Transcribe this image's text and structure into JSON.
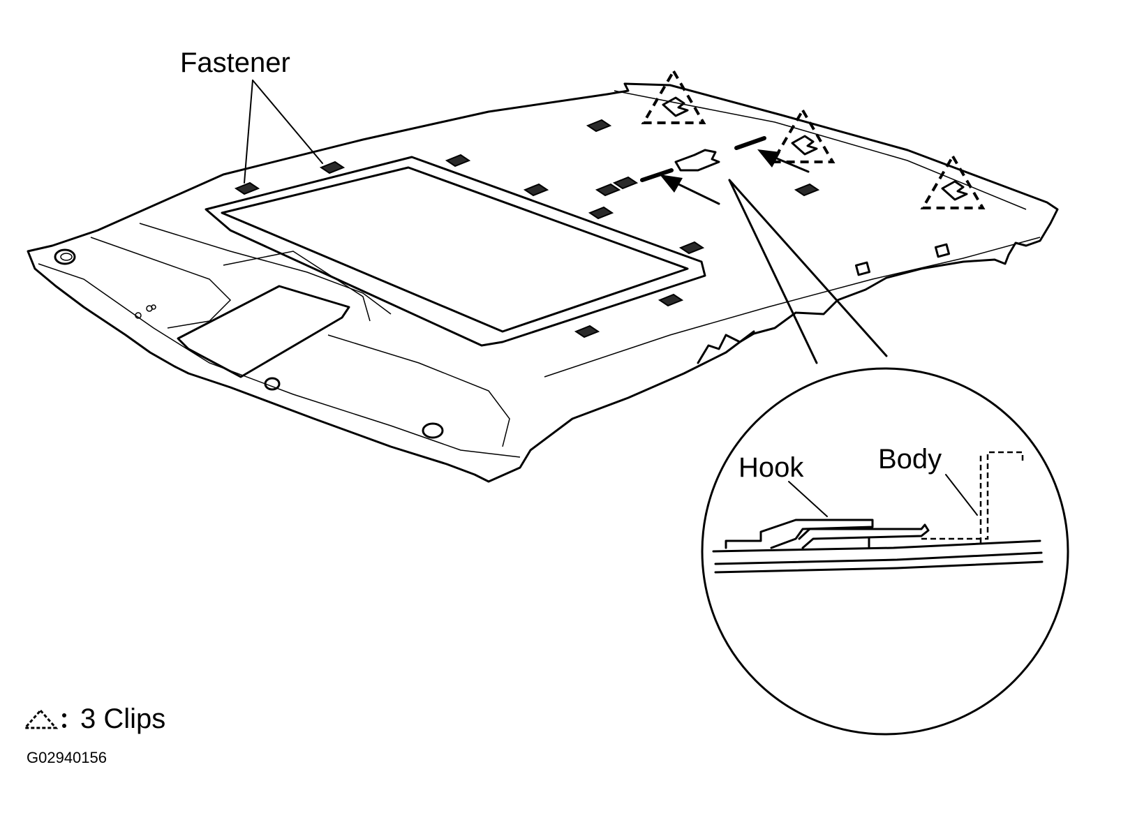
{
  "labels": {
    "fastener": "Fastener",
    "hook": "Hook",
    "body": "Body",
    "legend_text": "3 Clips",
    "figure_code": "G02940156"
  },
  "legend": {
    "symbol_icon": "dashed-triangle-clip-icon"
  },
  "colors": {
    "line": "#000000",
    "background": "#ffffff"
  }
}
